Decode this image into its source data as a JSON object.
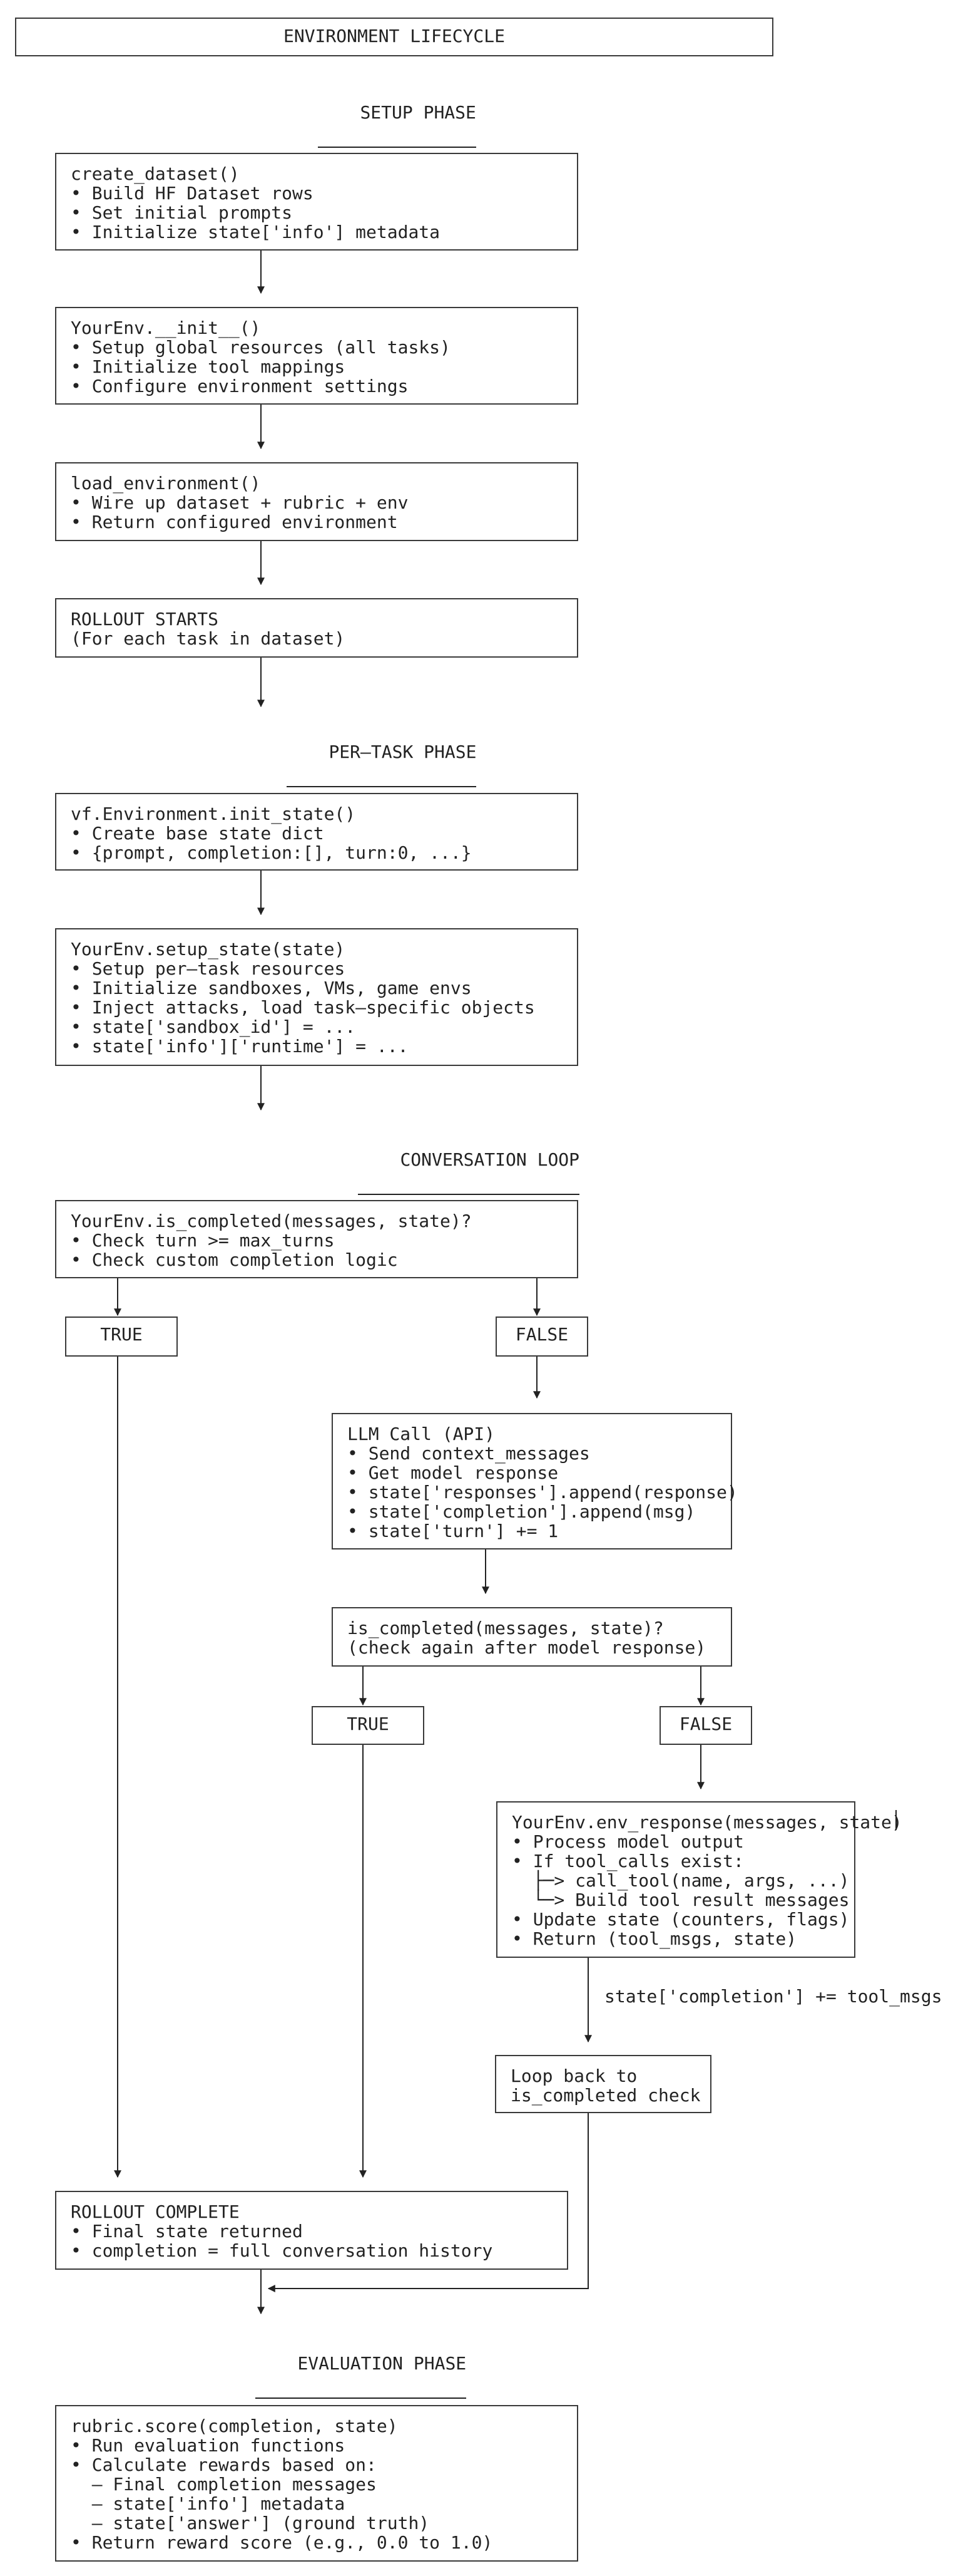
{
  "title": "ENVIRONMENT LIFECYCLE",
  "headings": {
    "setup": "SETUP PHASE",
    "per_task": "PER–TASK PHASE",
    "loop": "CONVERSATION LOOP",
    "eval": "EVALUATION PHASE"
  },
  "boxes": {
    "create_dataset": "create_dataset()\n• Build HF Dataset rows\n• Set initial prompts\n• Initialize state['info'] metadata",
    "env_init": "YourEnv.__init__()\n• Setup global resources (all tasks)\n• Initialize tool mappings\n• Configure environment settings",
    "load_env": "load_environment()\n• Wire up dataset + rubric + env\n• Return configured environment",
    "rollout_starts": "ROLLOUT STARTS\n(For each task in dataset)",
    "init_state": "vf.Environment.init_state()\n• Create base state dict\n• {prompt, completion:[], turn:0, ...}",
    "setup_state": "YourEnv.setup_state(state)\n• Setup per–task resources\n• Initialize sandboxes, VMs, game envs\n• Inject attacks, load task–specific objects\n• state['sandbox_id'] = ...\n• state['info']['runtime'] = ...",
    "is_completed": "YourEnv.is_completed(messages, state)?\n• Check turn >= max_turns\n• Check custom completion logic",
    "llm_call": "LLM Call (API)\n• Send context_messages\n• Get model response\n• state['responses'].append(response)\n• state['completion'].append(msg)\n• state['turn'] += 1",
    "is_completed_2": "is_completed(messages, state)?\n(check again after model response)",
    "env_response": "YourEnv.env_response(messages, state)\n• Process model output\n• If tool_calls exist:\n  ├─> call_tool(name, args, ...)\n  └─> Build tool result messages\n• Update state (counters, flags)\n• Return (tool_msgs, state)",
    "loop_back": "Loop back to\nis_completed check",
    "rollout_complete": "ROLLOUT COMPLETE\n• Final state returned\n• completion = full conversation history",
    "rubric_score": "rubric.score(completion, state)\n• Run evaluation functions\n• Calculate rewards based on:\n  – Final completion messages\n  – state['info'] metadata\n  – state['answer'] (ground truth)\n• Return reward score (e.g., 0.0 to 1.0)"
  },
  "branches": {
    "true_1": "TRUE",
    "false_1": "FALSE",
    "true_2": "TRUE",
    "false_2": "FALSE"
  },
  "edge_labels": {
    "tool_msgs": "state['completion'] += tool_msgs"
  }
}
